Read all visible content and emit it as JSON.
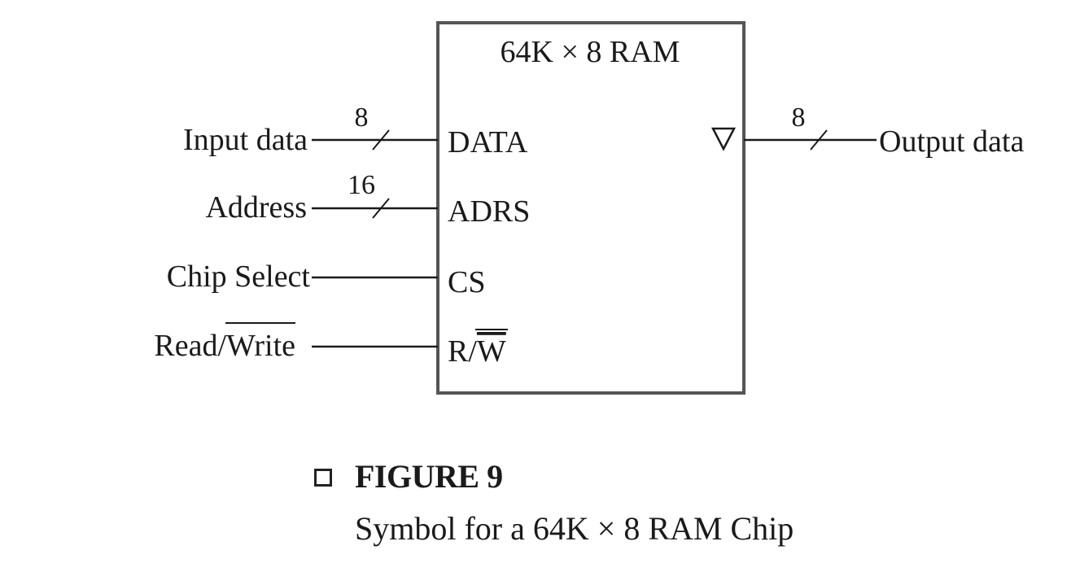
{
  "chip": {
    "title": "64K × 8 RAM",
    "ports": {
      "data": "DATA",
      "adrs": "ADRS",
      "cs": "CS",
      "rw_prefix": "R/",
      "rw_bar": "W"
    },
    "output_symbol": "triangle-down-icon"
  },
  "signals": {
    "input_data": "Input data",
    "address": "Address",
    "chip_select": "Chip Select",
    "read_write_prefix": "Read/",
    "read_write_bar": "Write",
    "output_data": "Output data"
  },
  "bus_widths": {
    "input_data": "8",
    "address": "16",
    "output_data": "8"
  },
  "caption": {
    "label": "FIGURE 9",
    "text": "Symbol for a 64K × 8  RAM Chip"
  },
  "colors": {
    "line": "#1a1a1a",
    "chip_border": "#555555"
  }
}
